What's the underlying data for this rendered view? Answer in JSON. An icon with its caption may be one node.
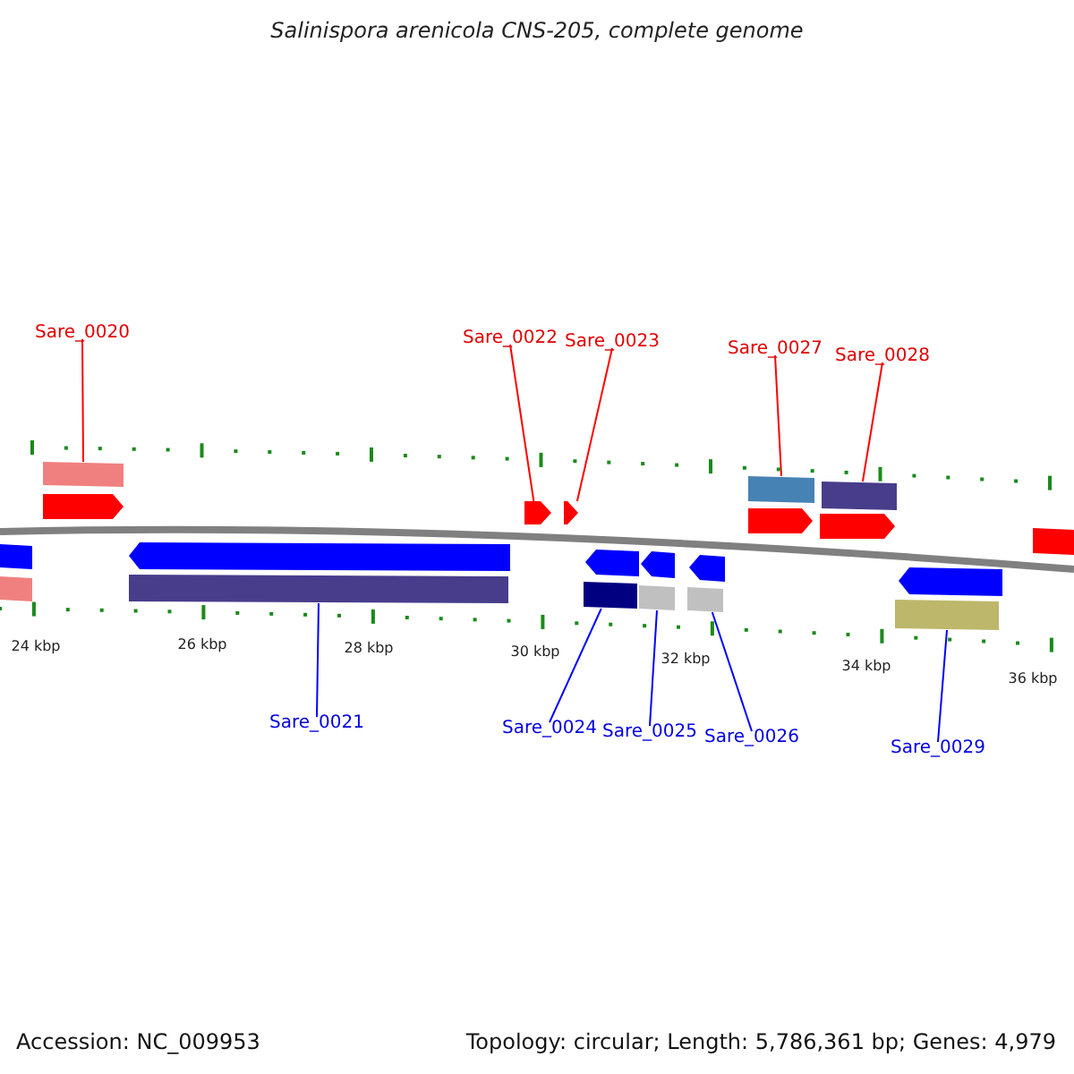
{
  "diagram": {
    "title": "Salinispora arenicola CNS-205, complete genome",
    "nodes": [
      {
        "text": [
          "Sare_0020"
        ]
      },
      {
        "text": [
          "Sare_0022"
        ]
      },
      {
        "text": [
          "Sare_0023"
        ]
      },
      {
        "text": [
          "Sare_0027"
        ]
      },
      {
        "text": [
          "Sare_0028"
        ]
      },
      {
        "text": [
          "Sare_0021"
        ]
      },
      {
        "text": [
          "Sare_0024"
        ]
      },
      {
        "text": [
          "Sare_0025"
        ]
      },
      {
        "text": [
          "Sare_0026"
        ]
      },
      {
        "text": [
          "Sare_0029"
        ]
      },
      {
        "text": [],
        "shape": "bar"
      },
      {
        "text": [],
        "shape": "arrow"
      },
      {
        "text": [],
        "shape": "arrow"
      },
      {
        "text": [],
        "shape": "bar"
      },
      {
        "text": [],
        "shape": "bar"
      },
      {
        "text": [],
        "shape": "bar"
      },
      {
        "text": [],
        "shape": "bar"
      },
      {
        "text": [],
        "shape": "bar"
      },
      {
        "text": [],
        "shape": "bar"
      },
      {
        "text": [],
        "shape": "bar"
      },
      {
        "text": [],
        "shape": "arrow"
      }
    ],
    "edges": [
      {
        "from": 0,
        "to": 10,
        "arrow": "none",
        "color": "#ff0000"
      },
      {
        "from": 1,
        "to": 11,
        "arrow": "none",
        "color": "#ff0000"
      },
      {
        "from": 2,
        "to": 12,
        "arrow": "none",
        "color": "#ff0000"
      },
      {
        "from": 3,
        "to": 13,
        "arrow": "none",
        "color": "#ff0000"
      },
      {
        "from": 4,
        "to": 14,
        "arrow": "none",
        "color": "#ff0000"
      },
      {
        "from": 5,
        "to": 15,
        "arrow": "none",
        "color": "#0000ff"
      },
      {
        "from": 6,
        "to": 16,
        "arrow": "none",
        "color": "#0000ff"
      },
      {
        "from": 7,
        "to": 17,
        "arrow": "none",
        "color": "#0000ff"
      },
      {
        "from": 8,
        "to": 18,
        "arrow": "none",
        "color": "#0000ff"
      },
      {
        "from": 9,
        "to": 19,
        "arrow": "none",
        "color": "#0000ff"
      }
    ],
    "labels": [
      "24 kbp",
      "26 kbp",
      "28 kbp",
      "30 kbp",
      "32 kbp",
      "34 kbp",
      "36 kbp",
      "Accession: NC_009953",
      "Topology: circular; Length: 5,786,361 bp; Genes: 4,979"
    ]
  }
}
